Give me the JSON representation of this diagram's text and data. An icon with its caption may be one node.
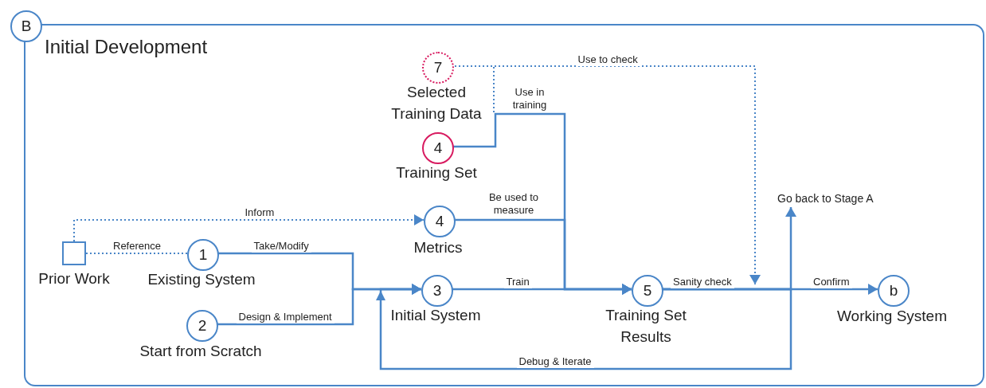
{
  "diagram": {
    "nodes": [
      {
        "text": [
          "Initial Development"
        ]
      },
      {
        "text": [
          "B"
        ]
      },
      {
        "text": [
          "7"
        ],
        "beside": [
          "Selected Training Data"
        ],
        "in": 0
      },
      {
        "text": [
          "4"
        ],
        "beside": [
          "Training Set"
        ],
        "in": 0
      },
      {
        "text": [],
        "shape": "box",
        "beside": [
          "Prior Work"
        ],
        "in": 0
      },
      {
        "text": [
          "4"
        ],
        "beside": [
          "Metrics"
        ],
        "in": 0
      },
      {
        "text": [
          "1"
        ],
        "beside": [
          "Existing System"
        ],
        "in": 0
      },
      {
        "text": [
          "2"
        ],
        "beside": [
          "Start from Scratch"
        ],
        "in": 0
      },
      {
        "text": [
          "3"
        ],
        "beside": [
          "Initial System"
        ],
        "in": 0
      },
      {
        "text": [
          "5"
        ],
        "beside": [
          "Training Set Results"
        ],
        "in": 0
      },
      {
        "text": [
          "b"
        ],
        "beside": [
          "Working System"
        ],
        "in": 0
      },
      {
        "text": [
          "Go back to Stage A"
        ],
        "in": 0
      }
    ],
    "edges": [
      {
        "from": 2,
        "to": 9,
        "arrow": "to",
        "style": "dashed"
      },
      {
        "from": 2,
        "to": null,
        "arrow": "to",
        "label": "Use to check",
        "style": "dashed"
      },
      {
        "from": 3,
        "to": 9,
        "arrow": "to",
        "label": "Use in training"
      },
      {
        "from": 4,
        "to": 5,
        "arrow": "to",
        "label": "Inform",
        "style": "dashed"
      },
      {
        "from": 4,
        "to": 6,
        "arrow": "none",
        "label": "Reference",
        "style": "dashed"
      },
      {
        "from": 5,
        "to": 9,
        "arrow": "to",
        "label": "Be used to measure"
      },
      {
        "from": 6,
        "to": 8,
        "arrow": "to",
        "label": "Take/Modify"
      },
      {
        "from": 7,
        "to": 8,
        "arrow": "to",
        "label": "Design & Implement"
      },
      {
        "from": 8,
        "to": 9,
        "arrow": "to",
        "label": "Train"
      },
      {
        "from": 9,
        "to": 10,
        "arrow": "to",
        "label": "Confirm"
      },
      {
        "from": 9,
        "to": 11,
        "arrow": "to"
      },
      {
        "from": 9,
        "to": 8,
        "arrow": "to",
        "label": "Debug & Iterate"
      }
    ],
    "labels": [
      "Sanity check"
    ]
  }
}
